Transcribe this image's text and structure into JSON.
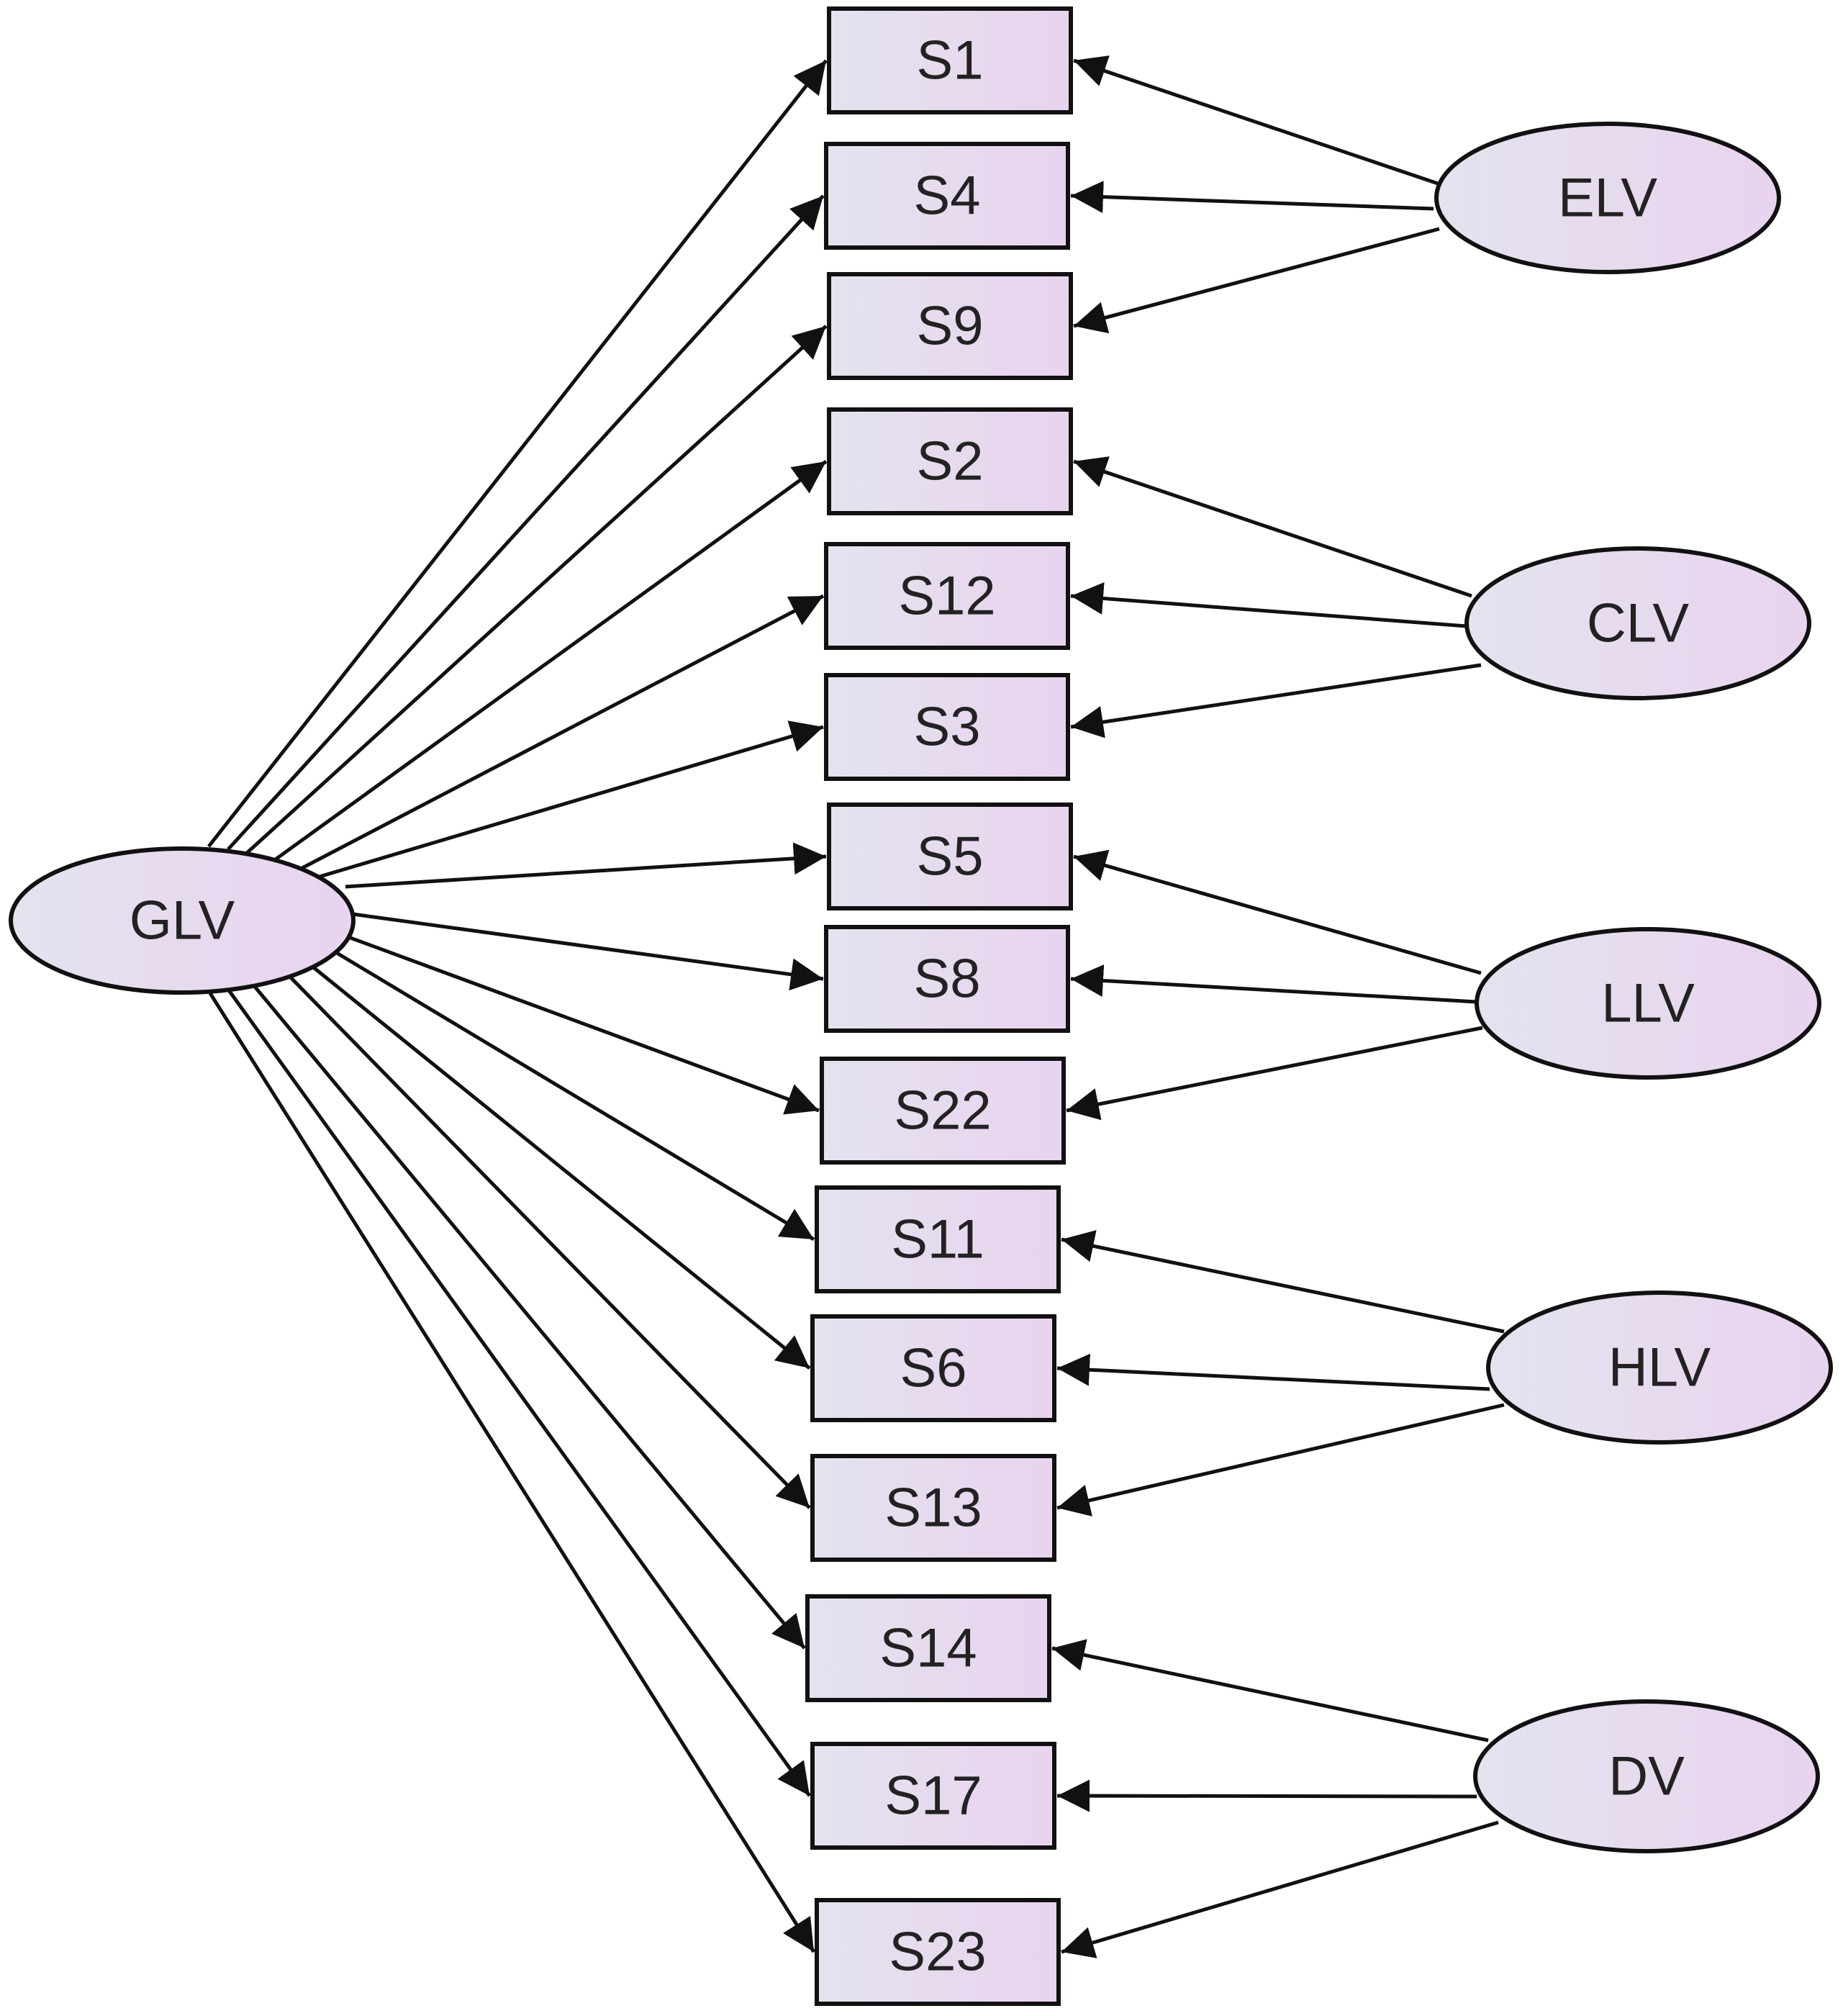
{
  "diagram": {
    "latent_variables": [
      {
        "id": "GLV",
        "label": "GLV"
      },
      {
        "id": "ELV",
        "label": "ELV"
      },
      {
        "id": "CLV",
        "label": "CLV"
      },
      {
        "id": "LLV",
        "label": "LLV"
      },
      {
        "id": "HLV",
        "label": "HLV"
      },
      {
        "id": "DV",
        "label": "DV"
      }
    ],
    "observed_variables": [
      {
        "id": "S1",
        "label": "S1",
        "factor": "ELV"
      },
      {
        "id": "S4",
        "label": "S4",
        "factor": "ELV"
      },
      {
        "id": "S9",
        "label": "S9",
        "factor": "ELV"
      },
      {
        "id": "S2",
        "label": "S2",
        "factor": "CLV"
      },
      {
        "id": "S12",
        "label": "S12",
        "factor": "CLV"
      },
      {
        "id": "S3",
        "label": "S3",
        "factor": "CLV"
      },
      {
        "id": "S5",
        "label": "S5",
        "factor": "LLV"
      },
      {
        "id": "S8",
        "label": "S8",
        "factor": "LLV"
      },
      {
        "id": "S22",
        "label": "S22",
        "factor": "LLV"
      },
      {
        "id": "S11",
        "label": "S11",
        "factor": "HLV"
      },
      {
        "id": "S6",
        "label": "S6",
        "factor": "HLV"
      },
      {
        "id": "S13",
        "label": "S13",
        "factor": "HLV"
      },
      {
        "id": "S14",
        "label": "S14",
        "factor": "DV"
      },
      {
        "id": "S17",
        "label": "S17",
        "factor": "DV"
      },
      {
        "id": "S23",
        "label": "S23",
        "factor": "DV"
      }
    ],
    "general_factor": "GLV",
    "colors": {
      "node_fill_left": "#e4e3ee",
      "node_fill_right": "#e9d3ef",
      "stroke": "#111111",
      "text": "#222222"
    }
  }
}
